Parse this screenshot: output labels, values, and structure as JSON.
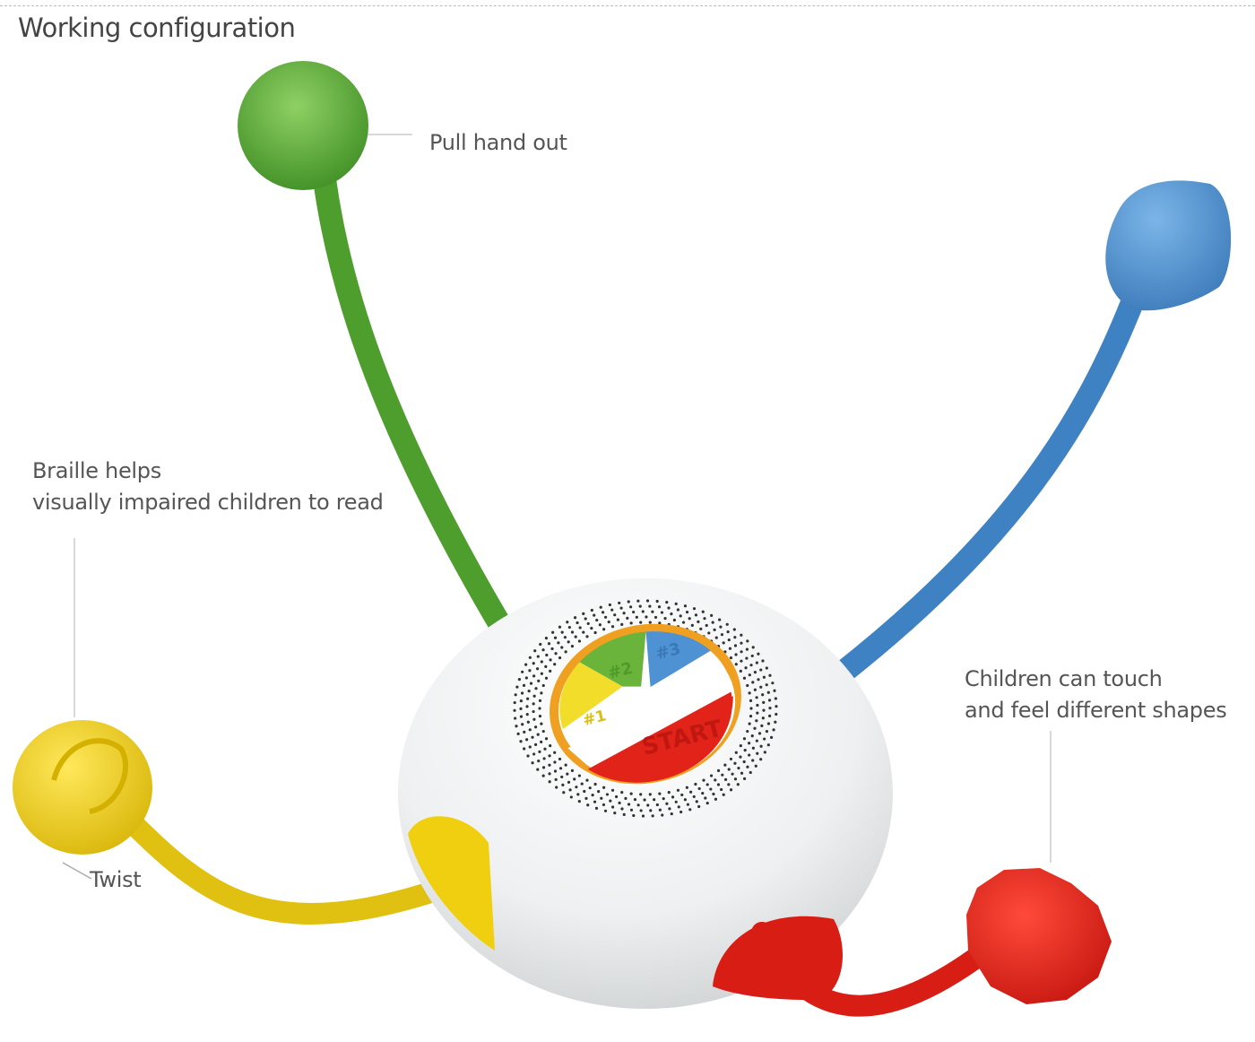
{
  "title": "Working configuration",
  "annotations": {
    "pull": "Pull hand out",
    "braille_line1": "Braille helps",
    "braille_line2": "visually impaired children to read",
    "twist": "Twist",
    "shapes_line1": "Children can touch",
    "shapes_line2": "and feel different shapes"
  },
  "toy_button": {
    "slot1": "#1",
    "slot2": "#2",
    "slot3": "#3",
    "start": "START"
  },
  "colors": {
    "green": "#5fae3a",
    "blue": "#4a8fcf",
    "yellow": "#f2d416",
    "red": "#e2231a",
    "orange_ring": "#f0a020",
    "body": "#eceeef"
  }
}
